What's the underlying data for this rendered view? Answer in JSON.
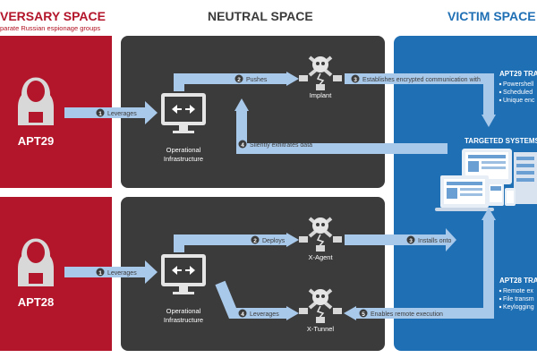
{
  "headers": {
    "adversary": "VERSARY SPACE",
    "adversary_sub": "parate Russian espionage groups",
    "neutral": "NEUTRAL SPACE",
    "victim": "VICTIM SPACE"
  },
  "colors": {
    "adversary": "#b3152b",
    "neutral": "#3b3b3b",
    "victim": "#1f6fb5",
    "arrow": "#a9c9ea",
    "accent_text": "#b01020"
  },
  "groups": [
    {
      "actor": "APT29",
      "leverages": "Leverages",
      "infra_line1": "Operational",
      "infra_line2": "Infrastructure",
      "step2": "Pushes",
      "implant_label": "Implant",
      "step3": "Establishes encrypted communication with",
      "step4": "Silently exfiltrates data",
      "trade_title": "APT29 TRA",
      "trade_items": [
        "Powershell",
        "Scheduled",
        "Unique enc"
      ]
    },
    {
      "actor": "APT28",
      "leverages": "Leverages",
      "infra_line1": "Operational",
      "infra_line2": "Infrastructure",
      "step2": "Deploys",
      "implant1_label": "X-Agent",
      "step3": "Installs onto",
      "step4": "Leverages",
      "implant2_label": "X-Tunnel",
      "step5": "Enables remote execution",
      "trade_title": "APT28 TRA",
      "trade_items": [
        "Remote ex",
        "File transm",
        "Keylogging"
      ]
    }
  ],
  "targets_label": "TARGETED SYSTEMS",
  "step_numbers": {
    "one": "1",
    "two": "2",
    "three": "3",
    "four": "4",
    "five": "5"
  },
  "icons": [
    "hacker-icon",
    "monitor-icon",
    "skull-crossbones-icon",
    "devices-icon",
    "arrow-icon"
  ]
}
